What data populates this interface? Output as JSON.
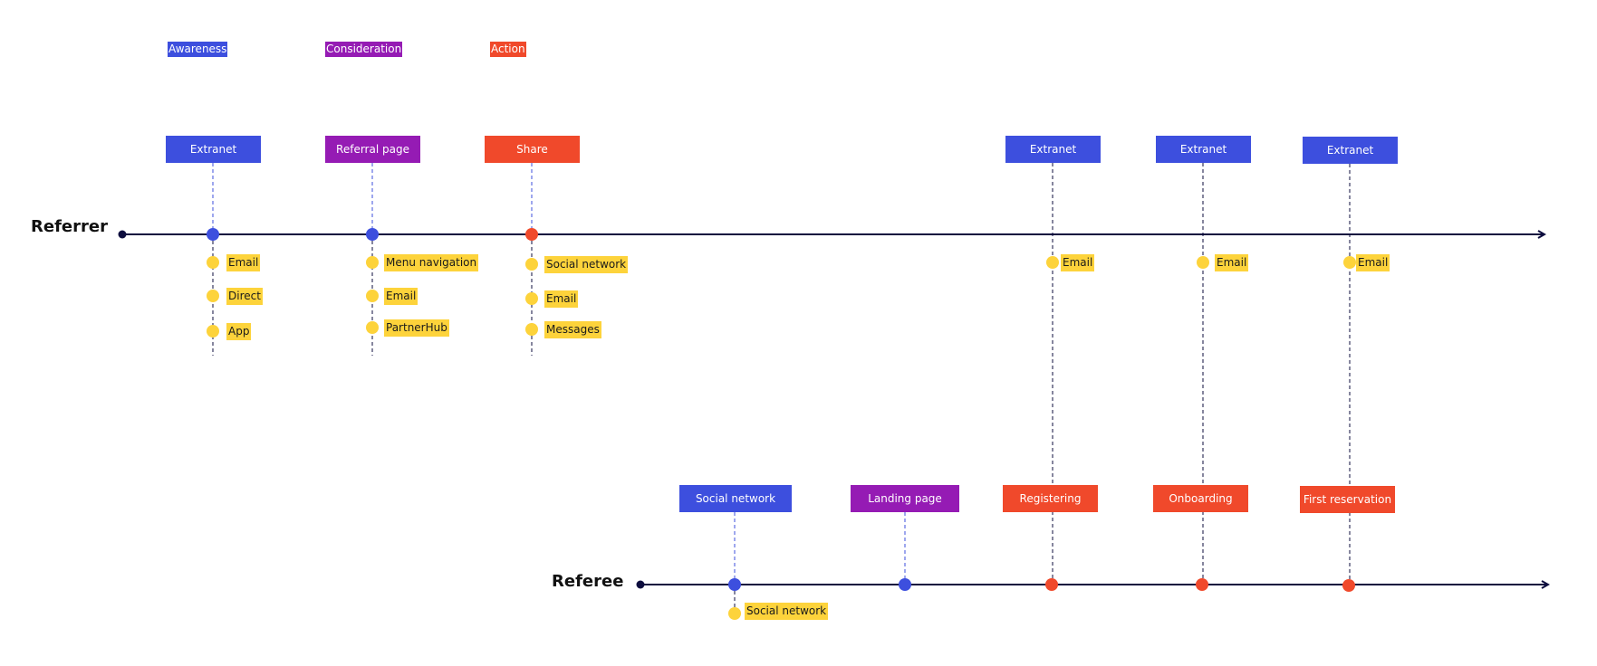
{
  "colors": {
    "awareness": "#3d4fde",
    "consideration": "#951bb4",
    "action": "#f0492b",
    "channel": "#fdd33b",
    "axis": "#0d0d3e"
  },
  "legend": {
    "awareness": "Awareness",
    "consideration": "Consideration",
    "action": "Action"
  },
  "referrer": {
    "label": "Referrer",
    "steps": [
      {
        "label": "Extranet",
        "stage": "awareness",
        "channels": [
          "Email",
          "Direct",
          "App"
        ]
      },
      {
        "label": "Referral page",
        "stage": "consideration",
        "channels": [
          "Menu navigation",
          "Email",
          "PartnerHub"
        ]
      },
      {
        "label": "Share",
        "stage": "action",
        "channels": [
          "Social network",
          "Email",
          "Messages"
        ]
      },
      {
        "label": "Extranet",
        "stage": "awareness",
        "channels": [
          "Email"
        ]
      },
      {
        "label": "Extranet",
        "stage": "awareness",
        "channels": [
          "Email"
        ]
      },
      {
        "label": "Extranet",
        "stage": "awareness",
        "channels": [
          "Email"
        ]
      }
    ]
  },
  "referee": {
    "label": "Referee",
    "steps": [
      {
        "label": "Social network",
        "stage": "awareness",
        "channels": [
          "Social network"
        ]
      },
      {
        "label": "Landing page",
        "stage": "consideration",
        "channels": []
      },
      {
        "label": "Registering",
        "stage": "action",
        "channels": []
      },
      {
        "label": "Onboarding",
        "stage": "action",
        "channels": []
      },
      {
        "label": "First reservation",
        "stage": "action",
        "channels": []
      }
    ]
  }
}
